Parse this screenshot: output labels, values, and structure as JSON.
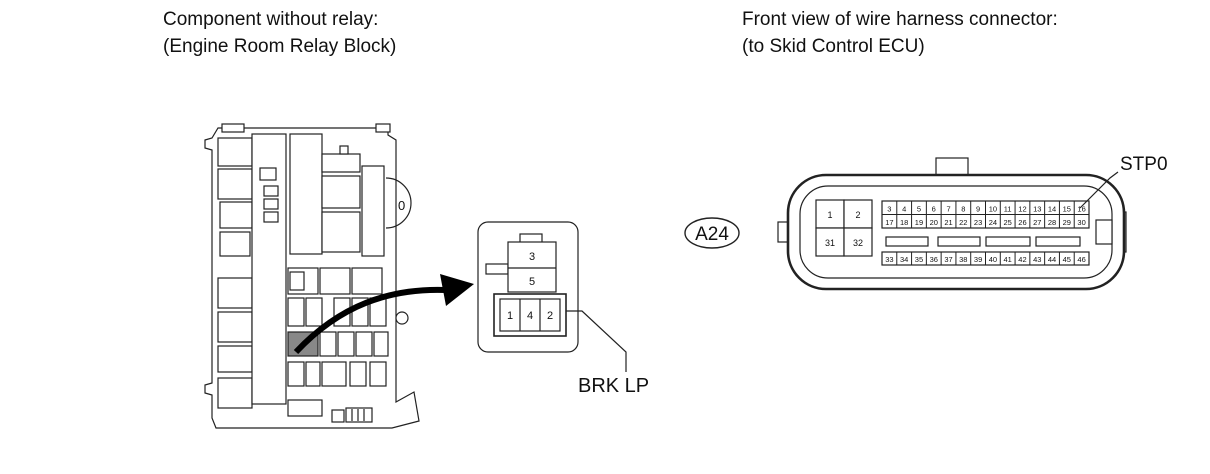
{
  "left_caption": {
    "line1": "Component without relay:",
    "line2": "(Engine Room Relay Block)"
  },
  "right_caption": {
    "line1": "Front view of wire harness connector:",
    "line2": "(to Skid Control ECU)"
  },
  "relay_connector": {
    "pins_top": [
      "3",
      "5"
    ],
    "pins_bottom": [
      "1",
      "4",
      "2"
    ],
    "callout": "BRK LP"
  },
  "ecu_connector": {
    "id": "A24",
    "callout": "STP0",
    "big_pins": [
      "1",
      "2",
      "31",
      "32"
    ],
    "row1": [
      "3",
      "4",
      "5",
      "6",
      "7",
      "8",
      "9",
      "10",
      "11",
      "12",
      "13",
      "14",
      "15",
      "16"
    ],
    "row2": [
      "17",
      "18",
      "19",
      "20",
      "21",
      "22",
      "23",
      "24",
      "25",
      "26",
      "27",
      "28",
      "29",
      "30"
    ],
    "row3": [
      "33",
      "34",
      "35",
      "36",
      "37",
      "38",
      "39",
      "40",
      "41",
      "42",
      "43",
      "44",
      "45",
      "46"
    ]
  }
}
